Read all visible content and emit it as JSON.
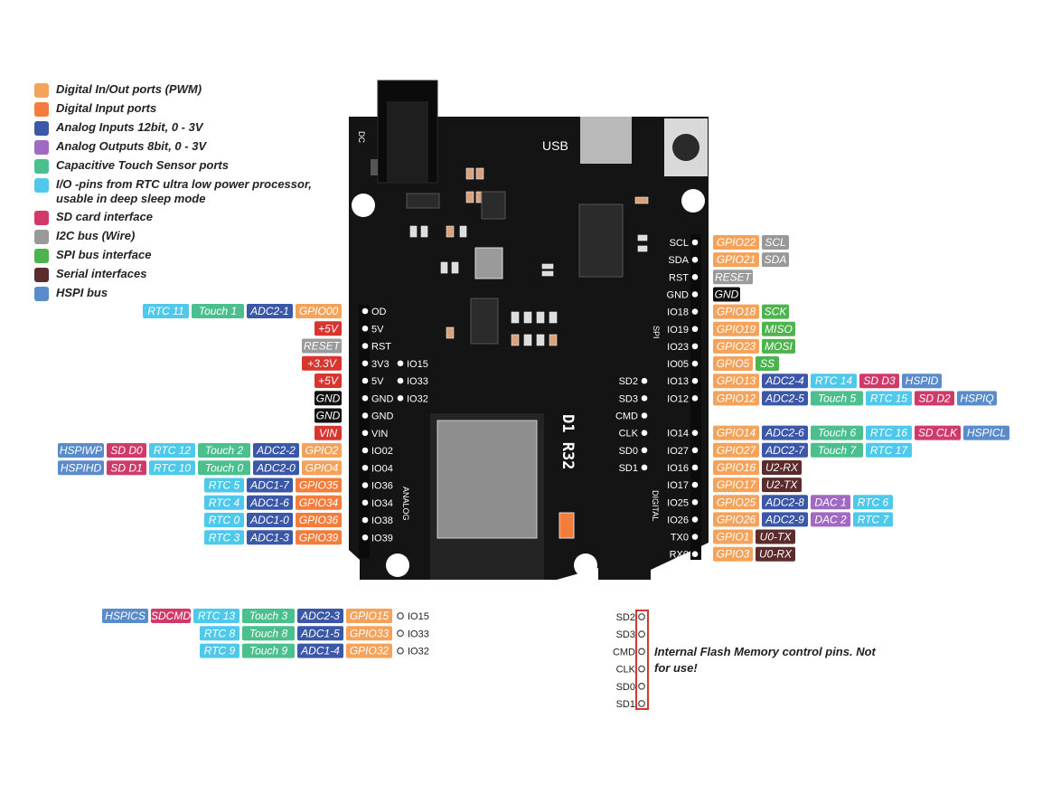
{
  "colors": {
    "pwm": "#f5a35a",
    "din": "#f57d3c",
    "adc": "#3b57a8",
    "dac": "#a06ac2",
    "touch": "#4cbf8e",
    "rtc": "#4ec9ec",
    "sd": "#d03a68",
    "i2c": "#999999",
    "spi": "#4db34d",
    "serial": "#5c2b2b",
    "hspi": "#5a8ccc",
    "power": "#d9352f",
    "gnd": "#111111",
    "reset": "#9a9a9a"
  },
  "legend": [
    {
      "key": "pwm",
      "label": "Digital In/Out ports (PWM)"
    },
    {
      "key": "din",
      "label": "Digital Input ports"
    },
    {
      "key": "adc",
      "label": "Analog Inputs 12bit, 0 - 3V"
    },
    {
      "key": "dac",
      "label": "Analog Outputs 8bit, 0 - 3V"
    },
    {
      "key": "touch",
      "label": "Capacitive Touch Sensor ports"
    },
    {
      "key": "rtc",
      "label": "I/O -pins from RTC ultra low power processor, usable in deep sleep mode"
    },
    {
      "key": "sd",
      "label": "SD card interface"
    },
    {
      "key": "i2c",
      "label": "I2C bus (Wire)"
    },
    {
      "key": "spi",
      "label": "SPI bus interface"
    },
    {
      "key": "serial",
      "label": "Serial interfaces"
    },
    {
      "key": "hspi",
      "label": "HSPI bus"
    }
  ],
  "board": {
    "name": "D1 R32",
    "usb": "USB",
    "dc": "DC",
    "spi": "SPI",
    "analog": "ANALOG",
    "digital": "DIGITAL"
  },
  "left_pins": [
    {
      "pin": "OD",
      "tags": [
        [
          "rtc",
          "RTC 11"
        ],
        [
          "touch",
          "Touch 1"
        ],
        [
          "adc",
          "ADC2-1"
        ],
        [
          "pwm",
          "GPIO00"
        ]
      ]
    },
    {
      "pin": "5V",
      "tags": [
        [
          "power",
          "+5V"
        ]
      ]
    },
    {
      "pin": "RST",
      "tags": [
        [
          "reset",
          "RESET"
        ]
      ]
    },
    {
      "pin": "3V3",
      "pin2": "IO15",
      "tags": [
        [
          "power",
          "+3.3V"
        ]
      ]
    },
    {
      "pin": "5V",
      "pin2": "IO33",
      "tags": [
        [
          "power",
          "+5V"
        ]
      ]
    },
    {
      "pin": "GND",
      "pin2": "IO32",
      "tags": [
        [
          "gnd",
          "GND"
        ]
      ]
    },
    {
      "pin": "GND",
      "tags": [
        [
          "gnd",
          "GND"
        ]
      ]
    },
    {
      "pin": "VIN",
      "tags": [
        [
          "power",
          "VIN"
        ]
      ]
    },
    {
      "pin": "IO02",
      "tags": [
        [
          "hspi",
          "HSPIWP"
        ],
        [
          "sd",
          "SD D0"
        ],
        [
          "rtc",
          "RTC 12"
        ],
        [
          "touch",
          "Touch 2"
        ],
        [
          "adc",
          "ADC2-2"
        ],
        [
          "pwm",
          "GPIO2"
        ]
      ]
    },
    {
      "pin": "IO04",
      "tags": [
        [
          "hspi",
          "HSPIHD"
        ],
        [
          "sd",
          "SD D1"
        ],
        [
          "rtc",
          "RTC 10"
        ],
        [
          "touch",
          "Touch 0"
        ],
        [
          "adc",
          "ADC2-0"
        ],
        [
          "pwm",
          "GPIO4"
        ]
      ]
    },
    {
      "pin": "IO36",
      "tags": [
        [
          "rtc",
          "RTC 5"
        ],
        [
          "adc",
          "ADC1-7"
        ],
        [
          "din",
          "GPIO35"
        ]
      ]
    },
    {
      "pin": "IO34",
      "tags": [
        [
          "rtc",
          "RTC 4"
        ],
        [
          "adc",
          "ADC1-6"
        ],
        [
          "din",
          "GPIO34"
        ]
      ]
    },
    {
      "pin": "IO38",
      "tags": [
        [
          "rtc",
          "RTC 0"
        ],
        [
          "adc",
          "ADC1-0"
        ],
        [
          "din",
          "GPIO36"
        ]
      ]
    },
    {
      "pin": "IO39",
      "tags": [
        [
          "rtc",
          "RTC 3"
        ],
        [
          "adc",
          "ADC1-3"
        ],
        [
          "din",
          "GPIO39"
        ]
      ]
    }
  ],
  "right_pins": [
    {
      "pin": "SCL",
      "tags": [
        [
          "pwm",
          "GPIO22"
        ],
        [
          "i2c",
          "SCL"
        ]
      ]
    },
    {
      "pin": "SDA",
      "tags": [
        [
          "pwm",
          "GPIO21"
        ],
        [
          "i2c",
          "SDA"
        ]
      ]
    },
    {
      "pin": "RST",
      "tags": [
        [
          "reset",
          "RESET"
        ]
      ]
    },
    {
      "pin": "GND",
      "tags": [
        [
          "gnd",
          "GND"
        ]
      ]
    },
    {
      "pin": "IO18",
      "tags": [
        [
          "pwm",
          "GPIO18"
        ],
        [
          "spi",
          "SCK"
        ]
      ]
    },
    {
      "pin": "IO19",
      "tags": [
        [
          "pwm",
          "GPIO19"
        ],
        [
          "spi",
          "MISO"
        ]
      ]
    },
    {
      "pin": "IO23",
      "tags": [
        [
          "pwm",
          "GPIO23"
        ],
        [
          "spi",
          "MOSI"
        ]
      ]
    },
    {
      "pin": "IO05",
      "tags": [
        [
          "pwm",
          "GPIO5"
        ],
        [
          "spi",
          "SS"
        ]
      ]
    },
    {
      "pin": "IO13",
      "pin2": "SD2",
      "tags": [
        [
          "pwm",
          "GPIO13"
        ],
        [
          "adc",
          "ADC2-4"
        ],
        [
          "rtc",
          "RTC 14"
        ],
        [
          "sd",
          "SD D3"
        ],
        [
          "hspi",
          "HSPID"
        ]
      ]
    },
    {
      "pin": "IO12",
      "pin2": "SD3",
      "tags": [
        [
          "pwm",
          "GPIO12"
        ],
        [
          "adc",
          "ADC2-5"
        ],
        [
          "touch",
          "Touch 5"
        ],
        [
          "rtc",
          "RTC 15"
        ],
        [
          "sd",
          "SD D2"
        ],
        [
          "hspi",
          "HSPIQ"
        ]
      ]
    },
    {
      "pin": "",
      "pin2": "CMD",
      "tags": []
    },
    {
      "pin": "IO14",
      "pin2": "CLK",
      "tags": [
        [
          "pwm",
          "GPIO14"
        ],
        [
          "adc",
          "ADC2-6"
        ],
        [
          "touch",
          "Touch 6"
        ],
        [
          "rtc",
          "RTC 16"
        ],
        [
          "sd",
          "SD CLK"
        ],
        [
          "hspi",
          "HSPICL"
        ]
      ]
    },
    {
      "pin": "IO27",
      "pin2": "SD0",
      "tags": [
        [
          "pwm",
          "GPIO27"
        ],
        [
          "adc",
          "ADC2-7"
        ],
        [
          "touch",
          "Touch 7"
        ],
        [
          "rtc",
          "RTC 17"
        ]
      ]
    },
    {
      "pin": "IO16",
      "pin2": "SD1",
      "tags": [
        [
          "pwm",
          "GPIO16"
        ],
        [
          "serial",
          "U2-RX"
        ]
      ]
    },
    {
      "pin": "IO17",
      "tags": [
        [
          "pwm",
          "GPIO17"
        ],
        [
          "serial",
          "U2-TX"
        ]
      ]
    },
    {
      "pin": "IO25",
      "tags": [
        [
          "pwm",
          "GPIO25"
        ],
        [
          "adc",
          "ADC2-8"
        ],
        [
          "dac",
          "DAC 1"
        ],
        [
          "rtc",
          "RTC 6"
        ]
      ]
    },
    {
      "pin": "IO26",
      "tags": [
        [
          "pwm",
          "GPIO26"
        ],
        [
          "adc",
          "ADC2-9"
        ],
        [
          "dac",
          "DAC 2"
        ],
        [
          "rtc",
          "RTC 7"
        ]
      ]
    },
    {
      "pin": "TX0",
      "tags": [
        [
          "pwm",
          "GPIO1"
        ],
        [
          "serial",
          "U0-TX"
        ]
      ]
    },
    {
      "pin": "RX0",
      "tags": [
        [
          "pwm",
          "GPIO3"
        ],
        [
          "serial",
          "U0-RX"
        ]
      ]
    }
  ],
  "bottom_left": [
    {
      "pin": "IO15",
      "tags": [
        [
          "hspi",
          "HSPICS"
        ],
        [
          "sd",
          "SDCMD"
        ],
        [
          "rtc",
          "RTC 13"
        ],
        [
          "touch",
          "Touch 3"
        ],
        [
          "adc",
          "ADC2-3"
        ],
        [
          "pwm",
          "GPIO15"
        ]
      ]
    },
    {
      "pin": "IO33",
      "tags": [
        [
          "rtc",
          "RTC 8"
        ],
        [
          "touch",
          "Touch 8"
        ],
        [
          "adc",
          "ADC1-5"
        ],
        [
          "pwm",
          "GPIO33"
        ]
      ]
    },
    {
      "pin": "IO32",
      "tags": [
        [
          "rtc",
          "RTC 9"
        ],
        [
          "touch",
          "Touch 9"
        ],
        [
          "adc",
          "ADC1-4"
        ],
        [
          "pwm",
          "GPIO32"
        ]
      ]
    }
  ],
  "flash_pins": [
    "SD2",
    "SD3",
    "CMD",
    "CLK",
    "SD0",
    "SD1"
  ],
  "flash_note": "Internal Flash Memory control pins. Not for use!"
}
